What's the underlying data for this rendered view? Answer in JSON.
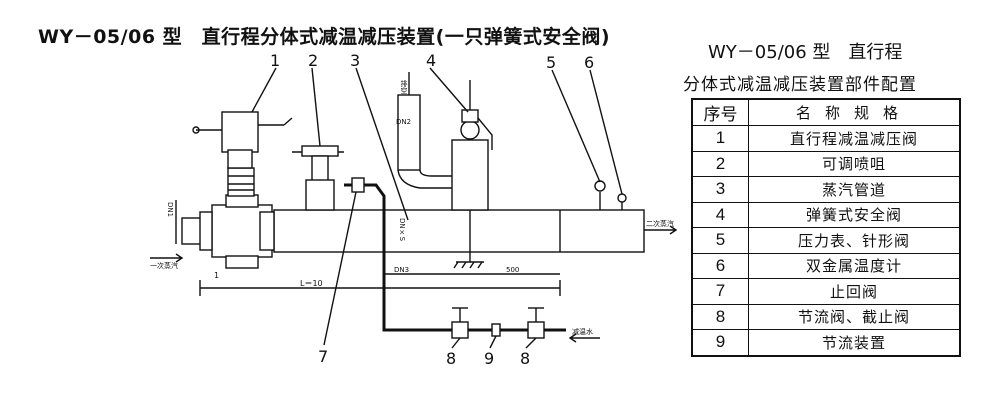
{
  "title": "WY－05/06 型　直行程分体式减温减压装置(一只弹簧式安全阀)",
  "table_title_line1": "WY－05/06 型　直行程",
  "table_title_line2": "分体式减温减压装置部件配置",
  "table": {
    "headers": [
      "序号",
      "名称规格"
    ],
    "rows": [
      {
        "no": "1",
        "name": "直行程减温减压阀"
      },
      {
        "no": "2",
        "name": "可调喷咀"
      },
      {
        "no": "3",
        "name": "蒸汽管道"
      },
      {
        "no": "4",
        "name": "弹簧式安全阀"
      },
      {
        "no": "5",
        "name": "压力表、针形阀"
      },
      {
        "no": "6",
        "name": "双金属温度计"
      },
      {
        "no": "7",
        "name": "止回阀"
      },
      {
        "no": "8",
        "name": "节流阀、截止阀"
      },
      {
        "no": "9",
        "name": "节流装置"
      }
    ]
  },
  "diagram": {
    "callouts": [
      "1",
      "2",
      "3",
      "4",
      "5",
      "6",
      "7",
      "8",
      "9",
      "8"
    ],
    "labels": {
      "exhaust": "排空",
      "dn2_top": "DN2",
      "dn1": "DN1",
      "primary_steam": "一次蒸汽",
      "secondary_steam": "二次蒸汽",
      "desuperheating_water": "减温水",
      "dn3": "DN3",
      "dim_500": "500",
      "dim_l": "L＝10",
      "dim_1": "1",
      "dn_5": "DN×S"
    }
  }
}
